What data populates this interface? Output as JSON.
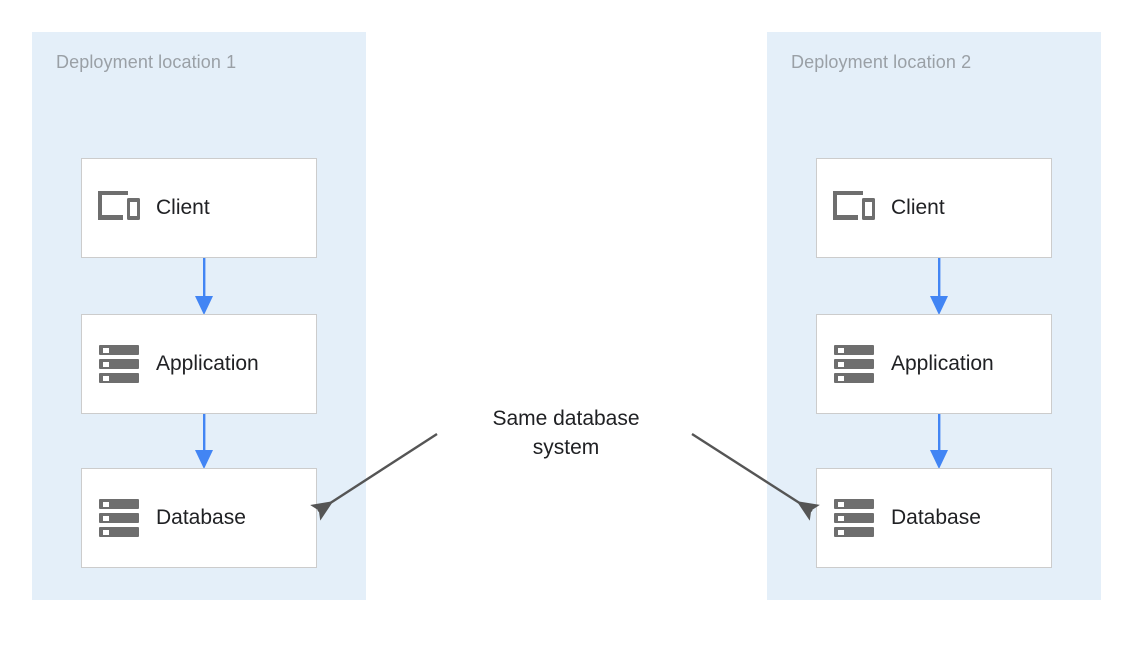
{
  "diagram": {
    "title_visible": false,
    "colors": {
      "panel_background": "#E4EFF9",
      "node_background": "#FFFFFF",
      "node_border": "#CCCCCC",
      "flow_arrow": "#4285F4",
      "callout_arrow": "#555555",
      "panel_title_text": "#9AA0A6",
      "node_label_text": "#202124",
      "icon_gray": "#6E6E6E"
    },
    "panels": [
      {
        "id": "deployment-location-1",
        "title": "Deployment location 1",
        "nodes": [
          {
            "id": "client",
            "label": "Client",
            "icon": "devices-icon"
          },
          {
            "id": "application",
            "label": "Application",
            "icon": "server-stack-icon"
          },
          {
            "id": "database",
            "label": "Database",
            "icon": "server-stack-icon"
          }
        ],
        "flows": [
          {
            "from": "client",
            "to": "application",
            "direction": "down"
          },
          {
            "from": "application",
            "to": "database",
            "direction": "down"
          }
        ]
      },
      {
        "id": "deployment-location-2",
        "title": "Deployment location 2",
        "nodes": [
          {
            "id": "client",
            "label": "Client",
            "icon": "devices-icon"
          },
          {
            "id": "application",
            "label": "Application",
            "icon": "server-stack-icon"
          },
          {
            "id": "database",
            "label": "Database",
            "icon": "server-stack-icon"
          }
        ],
        "flows": [
          {
            "from": "client",
            "to": "application",
            "direction": "down"
          },
          {
            "from": "application",
            "to": "database",
            "direction": "down"
          }
        ]
      }
    ],
    "annotation": {
      "line1": "Same database",
      "line2": "system",
      "points_to": [
        "deployment-location-1.database",
        "deployment-location-2.database"
      ]
    }
  }
}
